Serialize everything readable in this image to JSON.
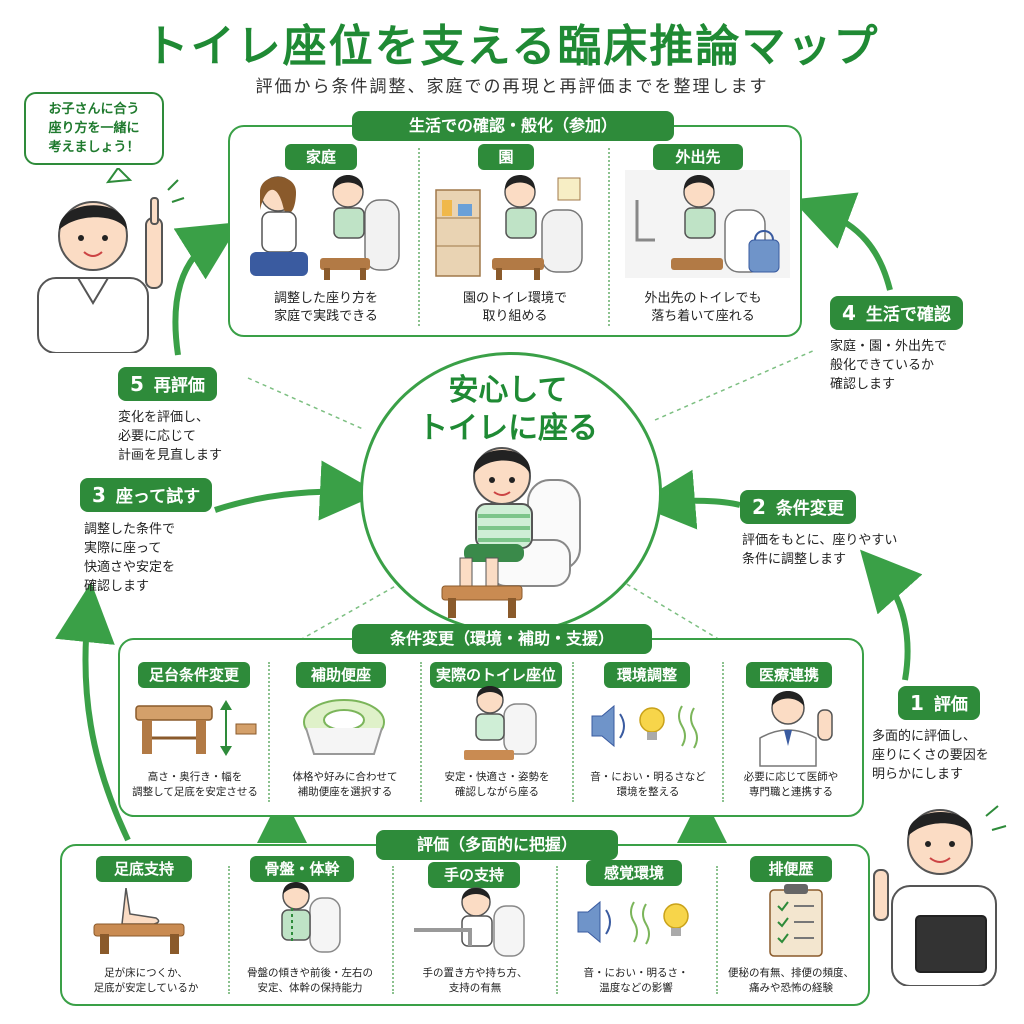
{
  "title": "トイレ座位を支える臨床推論マップ",
  "subtitle": "評価から条件調整、家庭での再現と再評価までを整理します",
  "bubble": "お子さんに合う\n座り方を一緒に\n考えましょう！",
  "center": "安心して\nトイレに座る",
  "top_panel": {
    "header": "生活での確認・般化（参加）",
    "items": [
      {
        "label": "家庭",
        "caption": "調整した座り方を\n家庭で実践できる"
      },
      {
        "label": "園",
        "caption": "園のトイレ環境で\n取り組める"
      },
      {
        "label": "外出先",
        "caption": "外出先のトイレでも\n落ち着いて座れる"
      }
    ]
  },
  "steps": {
    "s1": {
      "num": "1",
      "label": "評価",
      "desc": "多面的に評価し、\n座りにくさの要因を\n明らかにします"
    },
    "s2": {
      "num": "2",
      "label": "条件変更",
      "desc": "評価をもとに、座りやすい\n条件に調整します"
    },
    "s3": {
      "num": "3",
      "label": "座って試す",
      "desc": "調整した条件で\n実際に座って\n快適さや安定を\n確認します"
    },
    "s4": {
      "num": "4",
      "label": "生活で確認",
      "desc": "家庭・園・外出先で\n般化できているか\n確認します"
    },
    "s5": {
      "num": "5",
      "label": "再評価",
      "desc": "変化を評価し、\n必要に応じて\n計画を見直します"
    }
  },
  "mid_panel": {
    "header": "条件変更（環境・補助・支援）",
    "items": [
      {
        "label": "足台条件変更",
        "caption": "高さ・奥行き・幅を\n調整して足底を安定させる"
      },
      {
        "label": "補助便座",
        "caption": "体格や好みに合わせて\n補助便座を選択する"
      },
      {
        "label": "実際のトイレ座位",
        "caption": "安定・快適さ・姿勢を\n確認しながら座る"
      },
      {
        "label": "環境調整",
        "caption": "音・におい・明るさなど\n環境を整える"
      },
      {
        "label": "医療連携",
        "caption": "必要に応じて医師や\n専門職と連携する"
      }
    ]
  },
  "bottom_panel": {
    "header": "評価（多面的に把握）",
    "items": [
      {
        "label": "足底支持",
        "caption": "足が床につくか、\n足底が安定しているか"
      },
      {
        "label": "骨盤・体幹",
        "caption": "骨盤の傾きや前後・左右の\n安定、体幹の保持能力"
      },
      {
        "label": "手の支持",
        "caption": "手の置き方や持ち方、\n支持の有無"
      },
      {
        "label": "感覚環境",
        "caption": "音・におい・明るさ・\n温度などの影響"
      },
      {
        "label": "排便歴",
        "caption": "便秘の有無、排便の頻度、\n痛みや恐怖の経験"
      }
    ]
  },
  "colors": {
    "accent": "#2e8b3a",
    "border": "#3aa047",
    "title": "#1f8a34"
  }
}
